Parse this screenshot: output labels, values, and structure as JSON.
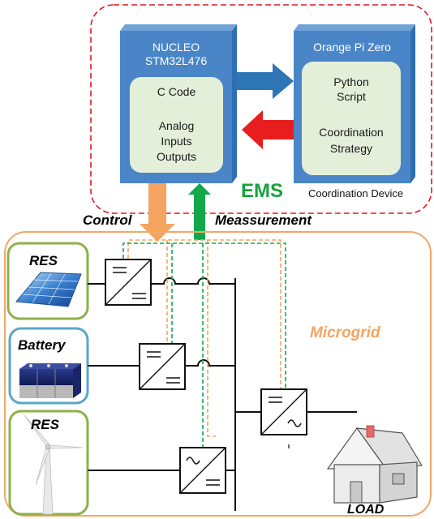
{
  "ems": {
    "label": "EMS",
    "nucleo": {
      "title_line1": "NUCLEO",
      "title_line2": "STM32L476",
      "inner_line1": "C Code",
      "inner_line2": "Analog",
      "inner_line3": "Inputs",
      "inner_line4": "Outputs"
    },
    "orangepi": {
      "title": "Orange Pi Zero",
      "inner_line1": "Python",
      "inner_line2": "Script",
      "inner_line3": "Coordination",
      "inner_line4": "Strategy"
    },
    "device_caption": "Coordination Device"
  },
  "links": {
    "control": "Control",
    "measurement": "Meassurement"
  },
  "microgrid": {
    "label": "Microgrid",
    "sources": [
      {
        "label": "RES",
        "kind": "solar-panel"
      },
      {
        "label": "Battery",
        "kind": "battery"
      },
      {
        "label": "RES",
        "kind": "wind-turbine"
      }
    ],
    "load_label": "LOAD"
  },
  "colors": {
    "ems_border": "#e3161e",
    "box_blue": "#4a86c7",
    "inner_fill": "#e4efda",
    "arrow_blue": "#2e75b6",
    "arrow_red": "#e81e1e",
    "arrow_orange": "#f4a460",
    "arrow_green": "#11a84a",
    "ems_text": "#17a23e",
    "microgrid_border": "#f0a868",
    "microgrid_text": "#f4a460",
    "res_border": "#8fb04a",
    "battery_border": "#5aa6c9"
  }
}
